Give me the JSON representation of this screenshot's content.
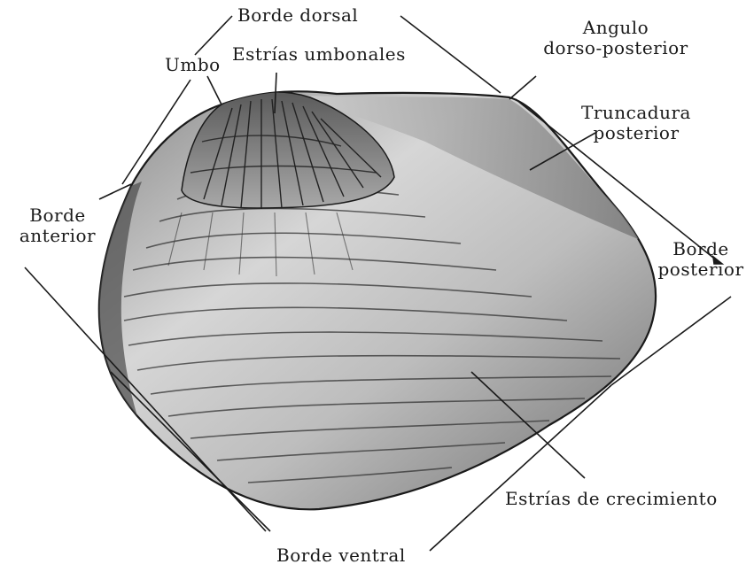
{
  "labels": {
    "borde_dorsal": "Borde dorsal",
    "umbo": "Umbo",
    "estrias_umbonales": "Estrías umbonales",
    "angulo": [
      "Angulo",
      "dorso-posterior"
    ],
    "truncadura": [
      "Truncadura",
      "posterior"
    ],
    "borde_anterior": [
      "Borde",
      "anterior"
    ],
    "borde_posterior": [
      "Borde",
      "posterior"
    ],
    "estrias_crecimiento": "Estrías de crecimiento",
    "borde_ventral": "Borde ventral"
  }
}
